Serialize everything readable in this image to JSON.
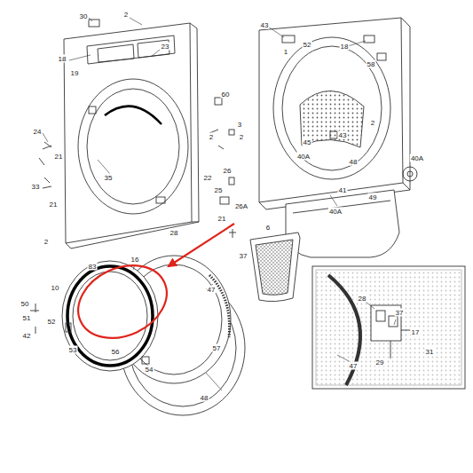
{
  "diagram": {
    "labels": [
      "30",
      "2",
      "23",
      "18",
      "19",
      "24",
      "21",
      "33",
      "21",
      "35",
      "2",
      "28",
      "60",
      "3",
      "2",
      "2",
      "22",
      "26",
      "25",
      "26A",
      "21",
      "43",
      "1",
      "52",
      "18",
      "58",
      "43",
      "2",
      "45",
      "40A",
      "48",
      "40A",
      "41",
      "49",
      "40A",
      "6",
      "37",
      "16",
      "83",
      "10",
      "50",
      "51",
      "52",
      "42",
      "53",
      "56",
      "54",
      "47",
      "57",
      "48",
      "47",
      "28",
      "37",
      "17",
      "29",
      "31"
    ]
  }
}
